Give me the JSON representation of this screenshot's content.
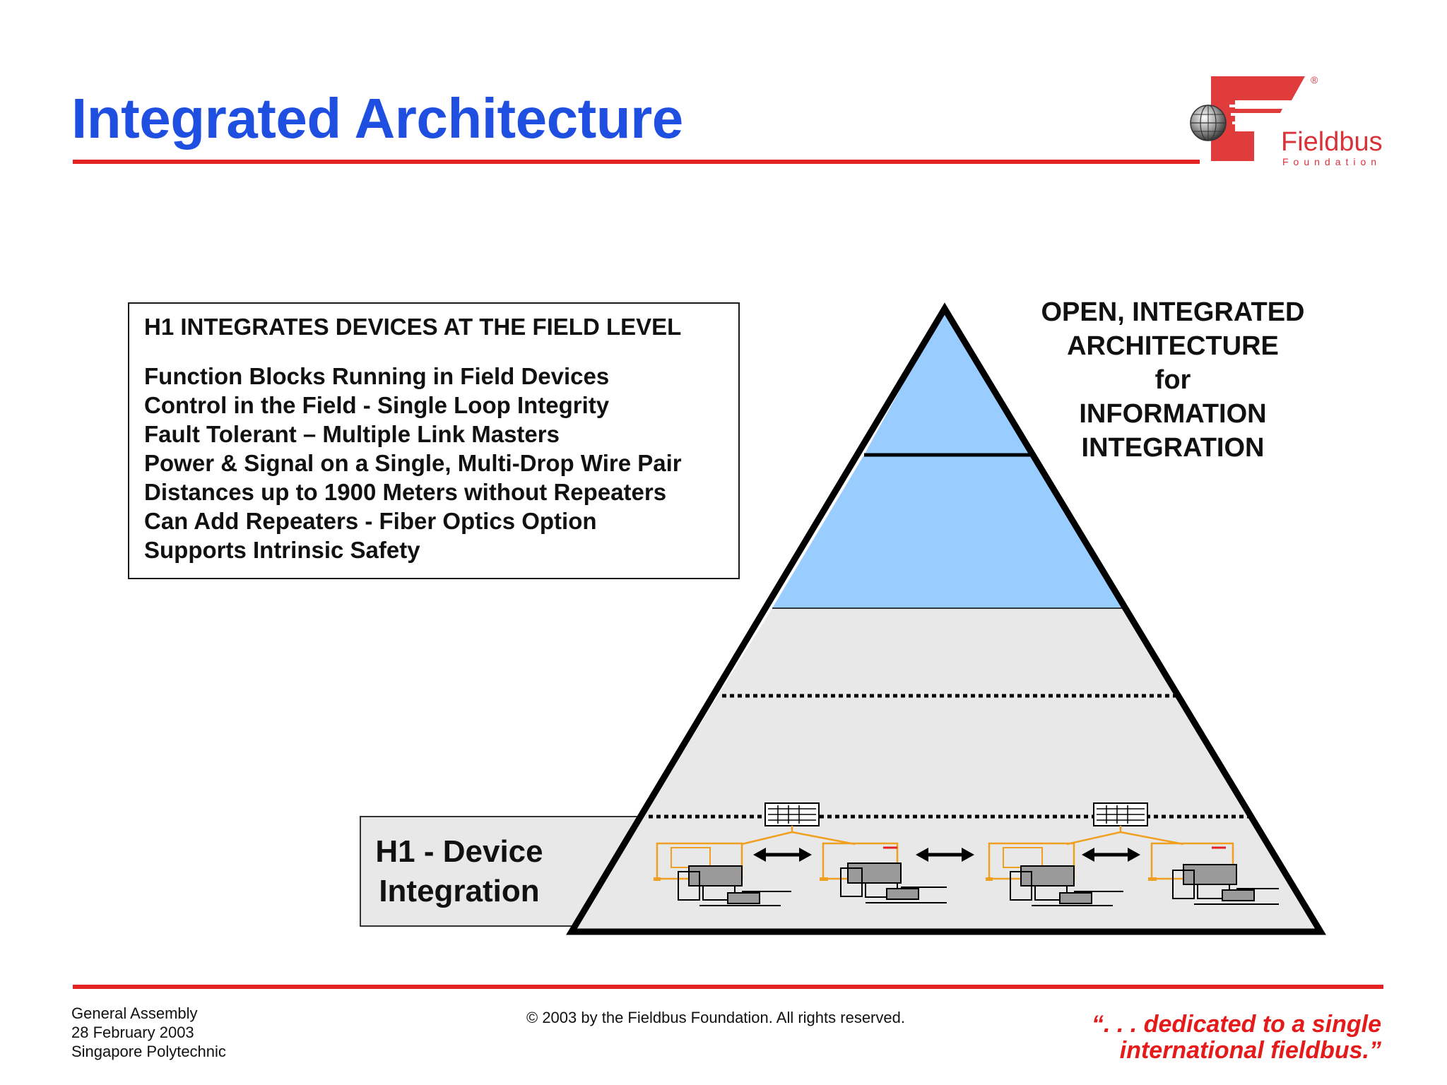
{
  "slide": {
    "title": "Integrated Architecture",
    "logo": {
      "name": "Fieldbus",
      "sub": "Foundation",
      "registered": "®"
    }
  },
  "info_box": {
    "heading": "H1 INTEGRATES DEVICES AT THE FIELD LEVEL",
    "items": [
      "Function Blocks Running in Field Devices",
      "Control in the Field - Single Loop Integrity",
      "Fault Tolerant – Multiple Link Masters",
      "Power & Signal on a Single, Multi-Drop Wire Pair",
      "Distances up to 1900 Meters without Repeaters",
      "Can Add Repeaters - Fiber Optics Option",
      "Supports Intrinsic Safety"
    ]
  },
  "pyramid": {
    "side_text": [
      "OPEN, INTEGRATED",
      "ARCHITECTURE",
      "for",
      "INFORMATION",
      "INTEGRATION"
    ],
    "base_label": [
      "H1 - Device",
      "Integration"
    ],
    "colors": {
      "upper_tiers": "#99ccff",
      "lower_tiers": "#e8e8e8",
      "wiring": "#f0a020",
      "accent": "#e52222"
    }
  },
  "footer": {
    "left": [
      "General Assembly",
      "28 February 2003",
      "Singapore Polytechnic"
    ],
    "copyright": "© 2003 by the Fieldbus Foundation.  All rights reserved.",
    "quote": [
      "“. . . dedicated to a single",
      "international fieldbus.”"
    ]
  }
}
